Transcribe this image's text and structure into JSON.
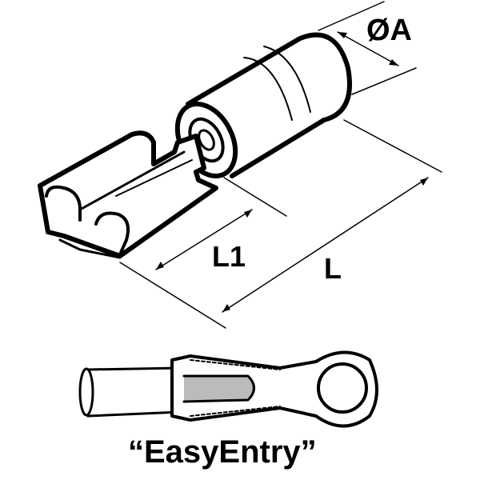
{
  "labels": {
    "diameter": "ØA",
    "length_l1": "L1",
    "length_l": "L",
    "caption": "“EasyEntry”"
  },
  "colors": {
    "line": "#000000",
    "background": "#ffffff"
  }
}
